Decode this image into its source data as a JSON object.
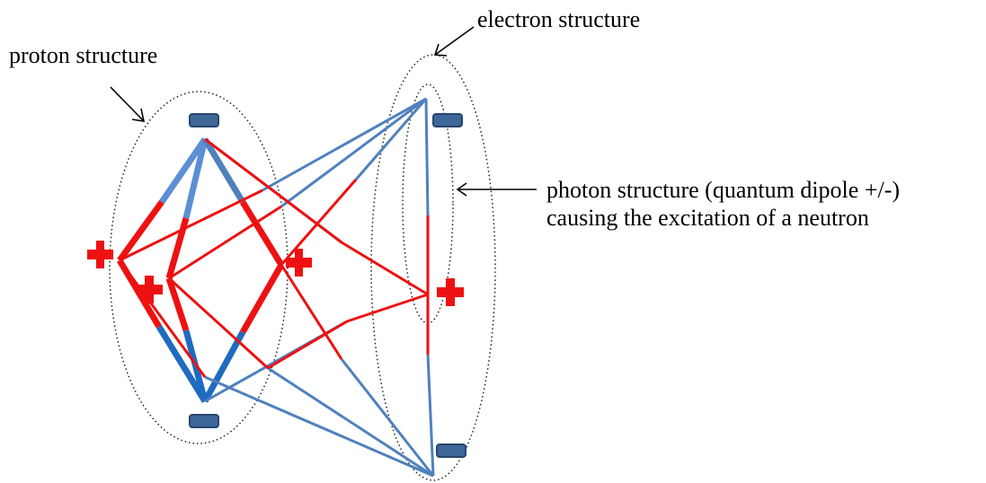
{
  "labels": {
    "proton_structure": "proton structure",
    "electron_structure": "electron structure",
    "photon_line1": "photon structure (quantum dipole +/-)",
    "photon_line2": "causing the excitation of a neutron"
  },
  "colors": {
    "blue_light": "#5b8fd4",
    "blue_mid": "#4f81bd",
    "blue_dark": "#1f6bbf",
    "red": "#ee1111",
    "minus_fill": "#3e6697",
    "minus_stroke": "#27466f",
    "plus_fill": "#ee1111",
    "ellipse": "#222222",
    "text": "#000000"
  },
  "icons": {
    "plus": "plus-charge-icon",
    "minus": "minus-charge-icon",
    "arrow": "arrow-icon"
  }
}
